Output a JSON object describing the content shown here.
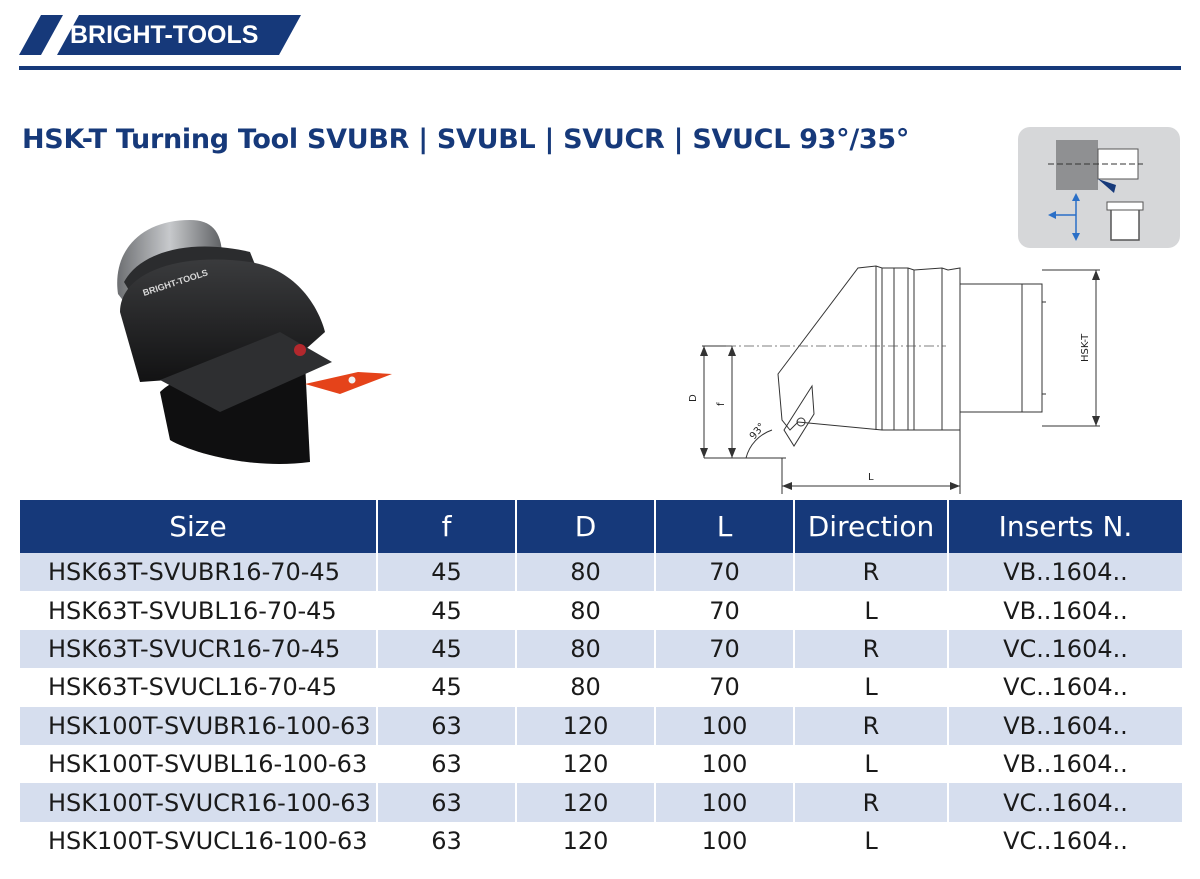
{
  "brand": {
    "name": "BRIGHT-TOOLS",
    "color": "#16397a"
  },
  "title": "HSK-T Turning Tool SVUBR | SVUBL | SVUCR | SVUCL 93°/35°",
  "product_image": {
    "engraving": "BRIGHT-TOOLS"
  },
  "drawing": {
    "label_d": "D",
    "label_f": "f",
    "label_angle": "93°",
    "label_l": "L",
    "label_hsk": "HSK-T"
  },
  "table": {
    "headers": [
      "Size",
      "f",
      "D",
      "L",
      "Direction",
      "Inserts N."
    ],
    "rows": [
      [
        "HSK63T-SVUBR16-70-45",
        "45",
        "80",
        "70",
        "R",
        "VB..1604.."
      ],
      [
        "HSK63T-SVUBL16-70-45",
        "45",
        "80",
        "70",
        "L",
        "VB..1604.."
      ],
      [
        "HSK63T-SVUCR16-70-45",
        "45",
        "80",
        "70",
        "R",
        "VC..1604.."
      ],
      [
        "HSK63T-SVUCL16-70-45",
        "45",
        "80",
        "70",
        "L",
        "VC..1604.."
      ],
      [
        "HSK100T-SVUBR16-100-63",
        "63",
        "120",
        "100",
        "R",
        "VB..1604.."
      ],
      [
        "HSK100T-SVUBL16-100-63",
        "63",
        "120",
        "100",
        "L",
        "VB..1604.."
      ],
      [
        "HSK100T-SVUCR16-100-63",
        "63",
        "120",
        "100",
        "R",
        "VC..1604.."
      ],
      [
        "HSK100T-SVUCL16-100-63",
        "63",
        "120",
        "100",
        "L",
        "VC..1604.."
      ]
    ]
  }
}
